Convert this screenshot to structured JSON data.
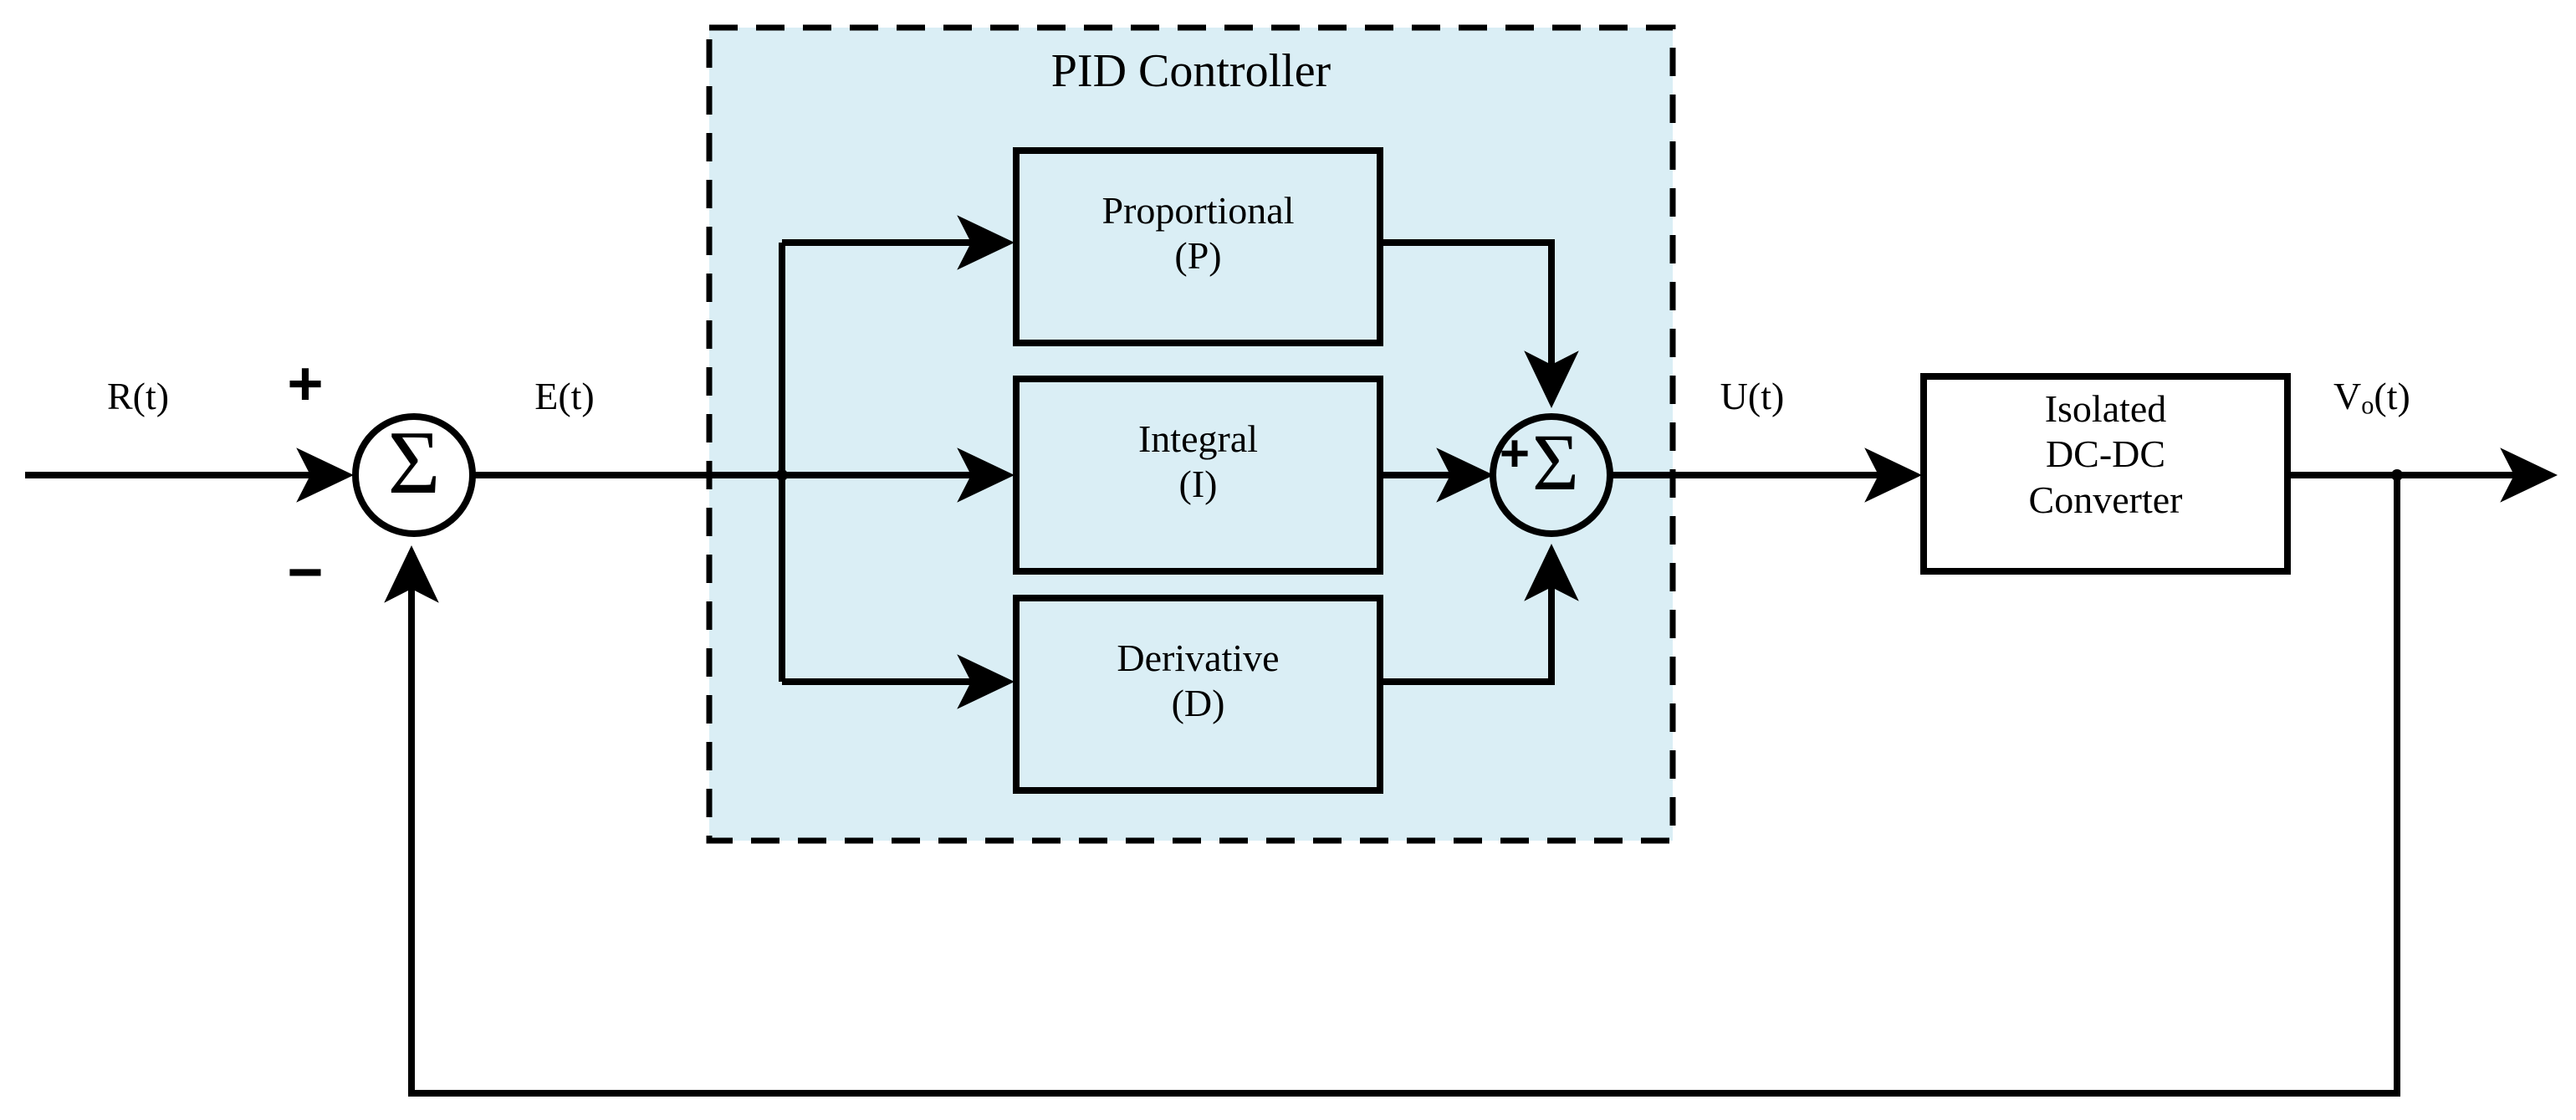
{
  "diagram": {
    "title": "PID Controller",
    "background_color": "#ffffff",
    "line_color": "#000000",
    "group_fill_color": "#daeef5",
    "block_fill_color": "#daeef5",
    "plant_fill_color": "#ffffff"
  },
  "signals": {
    "reference": "R(t)",
    "error": "E(t)",
    "control": "U(t)",
    "output_main": "V",
    "output_sub": "o",
    "output_tail": "(t)"
  },
  "summing_junctions": [
    {
      "name": "error-summing-junction",
      "symbol": "Σ",
      "plus_sign": "+",
      "minus_sign": "−"
    },
    {
      "name": "pid-summing-junction",
      "plus_sign": "+",
      "symbol": "Σ"
    }
  ],
  "pid_blocks": [
    {
      "line1": "Proportional",
      "line2": "(P)"
    },
    {
      "line1": "Integral",
      "line2": "(I)"
    },
    {
      "line1": "Derivative",
      "line2": "(D)"
    }
  ],
  "plant": {
    "line1": "Isolated",
    "line2": "DC-DC",
    "line3": "Converter"
  }
}
